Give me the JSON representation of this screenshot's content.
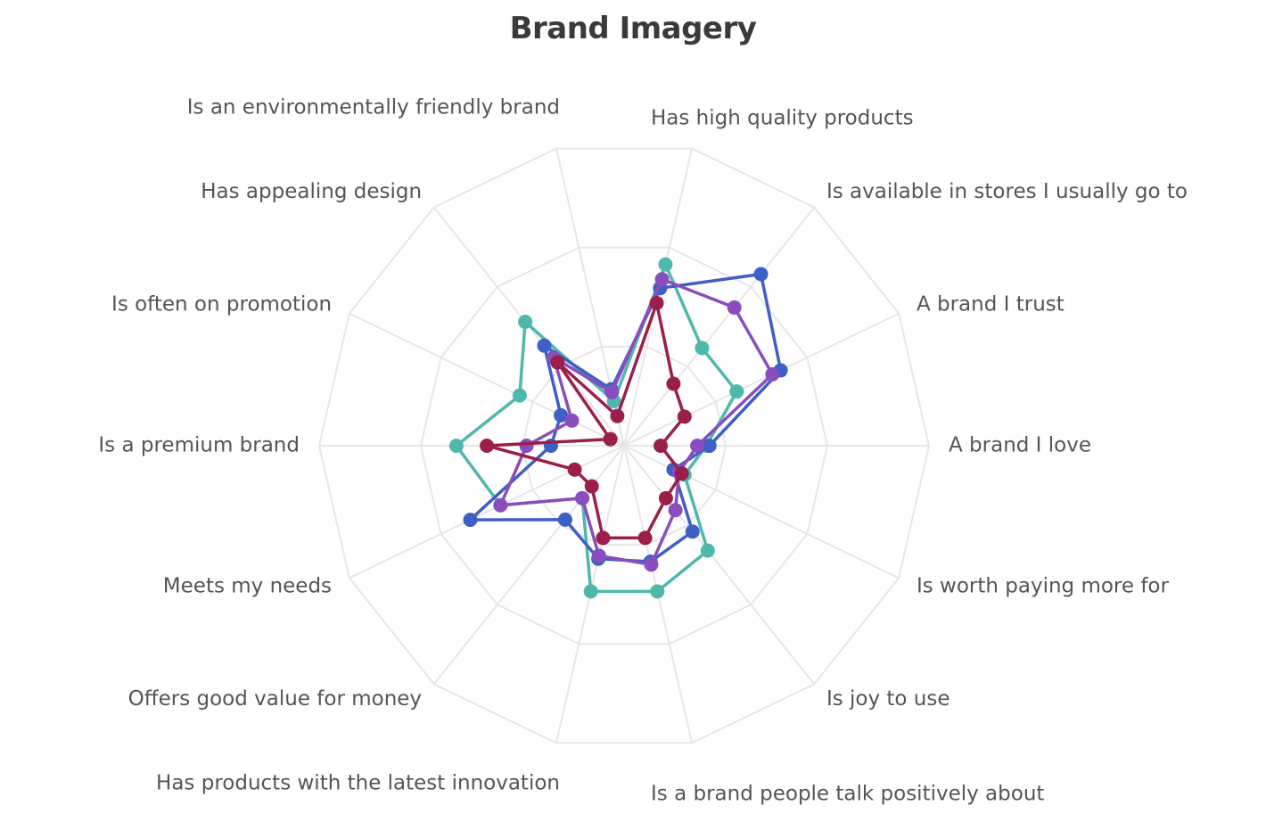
{
  "chart_data": {
    "type": "radar",
    "title": "Brand Imagery",
    "axes": [
      "Has high quality products",
      "Is available in stores I usually go to",
      "A brand I trust",
      "A brand I love",
      "Is worth paying more for",
      "Is joy to use",
      "Is a brand people talk positively about",
      "Has products with the latest innovation",
      "Offers good value for money",
      "Meets my needs",
      "Is a premium brand",
      "Is often on promotion",
      "Has appealing design",
      "Is an environmentally friendly brand"
    ],
    "rlim": [
      0,
      1
    ],
    "grid": true,
    "legend": "none",
    "series": [
      {
        "color": "#4fb8ad",
        "values": [
          0.61,
          0.41,
          0.41,
          0.27,
          0.22,
          0.44,
          0.49,
          0.49,
          0.22,
          0.45,
          0.55,
          0.38,
          0.52,
          0.15
        ]
      },
      {
        "color": "#3e5fc5",
        "values": [
          0.53,
          0.72,
          0.57,
          0.28,
          0.18,
          0.36,
          0.39,
          0.38,
          0.31,
          0.56,
          0.24,
          0.23,
          0.42,
          0.19
        ]
      },
      {
        "color": "#8a4dbd",
        "values": [
          0.56,
          0.58,
          0.54,
          0.24,
          0.2,
          0.27,
          0.4,
          0.37,
          0.22,
          0.45,
          0.32,
          0.19,
          0.37,
          0.18
        ]
      },
      {
        "color": "#9b1f4b",
        "values": [
          0.48,
          0.26,
          0.22,
          0.12,
          0.21,
          0.22,
          0.31,
          0.31,
          0.17,
          0.18,
          0.45,
          0.05,
          0.35,
          0.1
        ]
      }
    ]
  }
}
